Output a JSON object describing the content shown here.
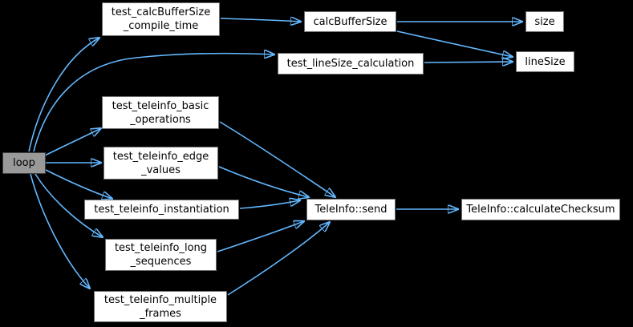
{
  "diagram": {
    "type": "call-graph",
    "background_color": "#000000",
    "edge_color": "#63b8ff",
    "node_fill": "#ffffff",
    "node_border_color": "#6e6e6e",
    "current_node_fill": "#999999",
    "text_color": "#000000",
    "nodes": [
      {
        "id": "loop",
        "label": "loop",
        "current": true
      },
      {
        "id": "test_calcBufferSize_compile_time",
        "label": "test_calcBufferSize\n_compile_time"
      },
      {
        "id": "calcBufferSize",
        "label": "calcBufferSize"
      },
      {
        "id": "size",
        "label": "size"
      },
      {
        "id": "test_lineSize_calculation",
        "label": "test_lineSize_calculation"
      },
      {
        "id": "lineSize",
        "label": "lineSize"
      },
      {
        "id": "test_teleinfo_basic_operations",
        "label": "test_teleinfo_basic\n_operations"
      },
      {
        "id": "test_teleinfo_edge_values",
        "label": "test_teleinfo_edge\n_values"
      },
      {
        "id": "test_teleinfo_instantiation",
        "label": "test_teleinfo_instantiation"
      },
      {
        "id": "test_teleinfo_long_sequences",
        "label": "test_teleinfo_long\n_sequences"
      },
      {
        "id": "test_teleinfo_multiple_frames",
        "label": "test_teleinfo_multiple\n_frames"
      },
      {
        "id": "TeleInfo::send",
        "label": "TeleInfo::send"
      },
      {
        "id": "TeleInfo::calculateChecksum",
        "label": "TeleInfo::calculateChecksum"
      }
    ],
    "edges": [
      {
        "from": "loop",
        "to": "test_calcBufferSize_compile_time"
      },
      {
        "from": "loop",
        "to": "test_lineSize_calculation"
      },
      {
        "from": "loop",
        "to": "test_teleinfo_basic_operations"
      },
      {
        "from": "loop",
        "to": "test_teleinfo_edge_values"
      },
      {
        "from": "loop",
        "to": "test_teleinfo_instantiation"
      },
      {
        "from": "loop",
        "to": "test_teleinfo_long_sequences"
      },
      {
        "from": "loop",
        "to": "test_teleinfo_multiple_frames"
      },
      {
        "from": "test_calcBufferSize_compile_time",
        "to": "calcBufferSize"
      },
      {
        "from": "calcBufferSize",
        "to": "size"
      },
      {
        "from": "calcBufferSize",
        "to": "lineSize"
      },
      {
        "from": "test_lineSize_calculation",
        "to": "lineSize"
      },
      {
        "from": "test_teleinfo_basic_operations",
        "to": "TeleInfo::send"
      },
      {
        "from": "test_teleinfo_edge_values",
        "to": "TeleInfo::send"
      },
      {
        "from": "test_teleinfo_instantiation",
        "to": "TeleInfo::send"
      },
      {
        "from": "test_teleinfo_long_sequences",
        "to": "TeleInfo::send"
      },
      {
        "from": "test_teleinfo_multiple_frames",
        "to": "TeleInfo::send"
      },
      {
        "from": "TeleInfo::send",
        "to": "TeleInfo::calculateChecksum"
      }
    ]
  }
}
